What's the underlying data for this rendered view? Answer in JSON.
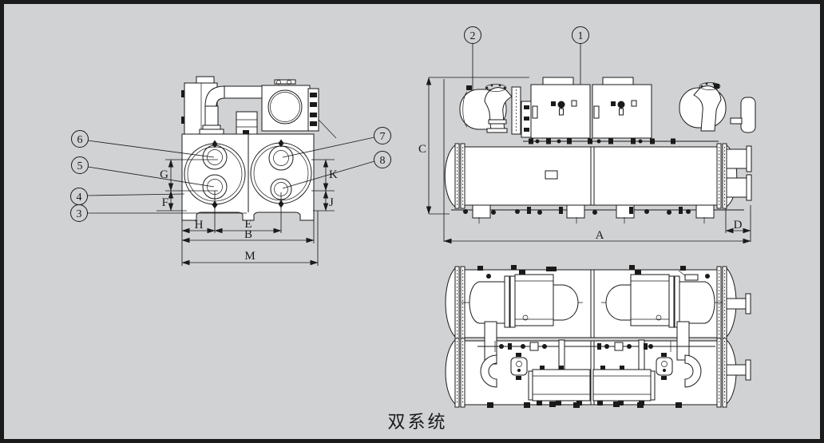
{
  "drawing": {
    "caption": "双系统",
    "callouts": {
      "n1": "1",
      "n2": "2",
      "n3": "3",
      "n4": "4",
      "n5": "5",
      "n6": "6",
      "n7": "7",
      "n8": "8"
    },
    "dimensions": {
      "A": "A",
      "B": "B",
      "C": "C",
      "D": "D",
      "E": "E",
      "F": "F",
      "G": "G",
      "H": "H",
      "J": "J",
      "K": "K",
      "M": "M"
    }
  },
  "colors": {
    "background": "#d1d2d4",
    "line": "#1a1a1a",
    "paper": "#ffffff",
    "frame": "#1b1b1b"
  }
}
